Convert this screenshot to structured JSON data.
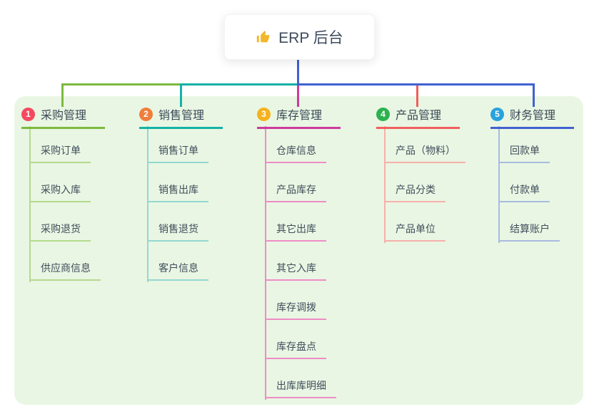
{
  "root": {
    "label": "ERP 后台",
    "icon": "thumbs-up-icon",
    "icon_color": "#f3b72c",
    "text_color": "#3d4b5c"
  },
  "panel": {
    "background_color": "#e9f6e3"
  },
  "stem_color": "#4161d2",
  "branches": [
    {
      "index": "1",
      "label": "采购管理",
      "badge_color": "#f4495e",
      "line_color": "#7cba3f",
      "child_line_color": "#b5da8e",
      "children": [
        "采购订单",
        "采购入库",
        "采购退货",
        "供应商信息"
      ]
    },
    {
      "index": "2",
      "label": "销售管理",
      "badge_color": "#ef7e3c",
      "line_color": "#13b2a7",
      "child_line_color": "#93d8d1",
      "children": [
        "销售订单",
        "销售出库",
        "销售退货",
        "客户信息"
      ]
    },
    {
      "index": "3",
      "label": "库存管理",
      "badge_color": "#f5b21c",
      "line_color": "#ce3a9c",
      "child_line_color": "#ee8cc6",
      "children": [
        "仓库信息",
        "产品库存",
        "其它出库",
        "其它入库",
        "库存调拨",
        "库存盘点",
        "出库库明细"
      ]
    },
    {
      "index": "4",
      "label": "产品管理",
      "badge_color": "#2db14f",
      "line_color": "#f15f5d",
      "child_line_color": "#f7b0aa",
      "children": [
        "产品（物料）",
        "产品分类",
        "产品单位"
      ]
    },
    {
      "index": "5",
      "label": "财务管理",
      "badge_color": "#28a2dc",
      "line_color": "#4161d2",
      "child_line_color": "#a8bbdf",
      "children": [
        "回款单",
        "付款单",
        "结算账户"
      ]
    }
  ]
}
